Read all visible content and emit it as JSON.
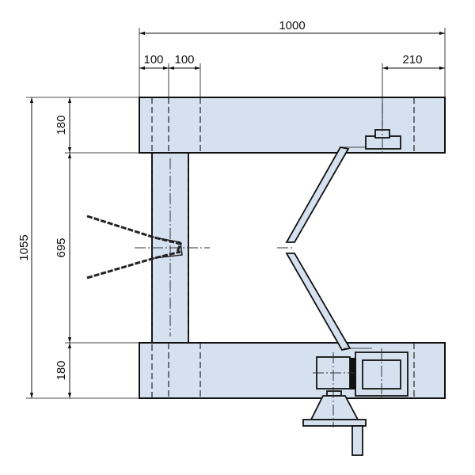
{
  "dimensions": {
    "overall_width": "1000",
    "left_offset_1": "100",
    "left_offset_2": "100",
    "right_offset": "210",
    "overall_height": "1055",
    "top_beam_height": "180",
    "inner_gap": "695",
    "bottom_beam_height": "180"
  },
  "colors": {
    "fill": "#d6e1f0",
    "line": "#111111"
  }
}
